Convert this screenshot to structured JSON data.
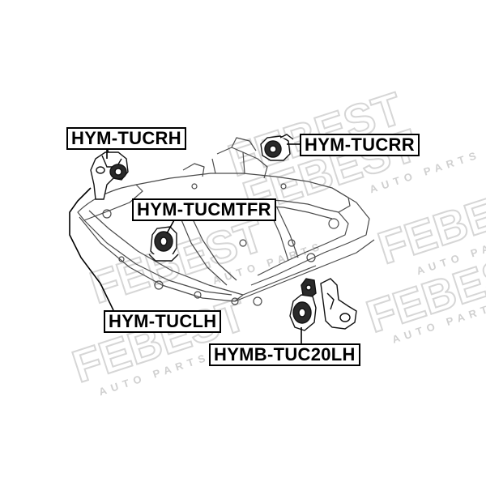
{
  "part_labels": {
    "tucrh": "HYM-TUCRH",
    "tucrr": "HYM-TUCRR",
    "tucmtfr": "HYM-TUCMTFR",
    "tuclh": "HYM-TUCLH",
    "tuc20lh": "HYMB-TUC20LH"
  },
  "watermark": {
    "brand": "FEBEST",
    "tagline": "AUTO PARTS",
    "color": "#d9d9d9"
  },
  "colors": {
    "line": "#000000",
    "frame": "#555555",
    "bushing_dark": "#222222"
  }
}
